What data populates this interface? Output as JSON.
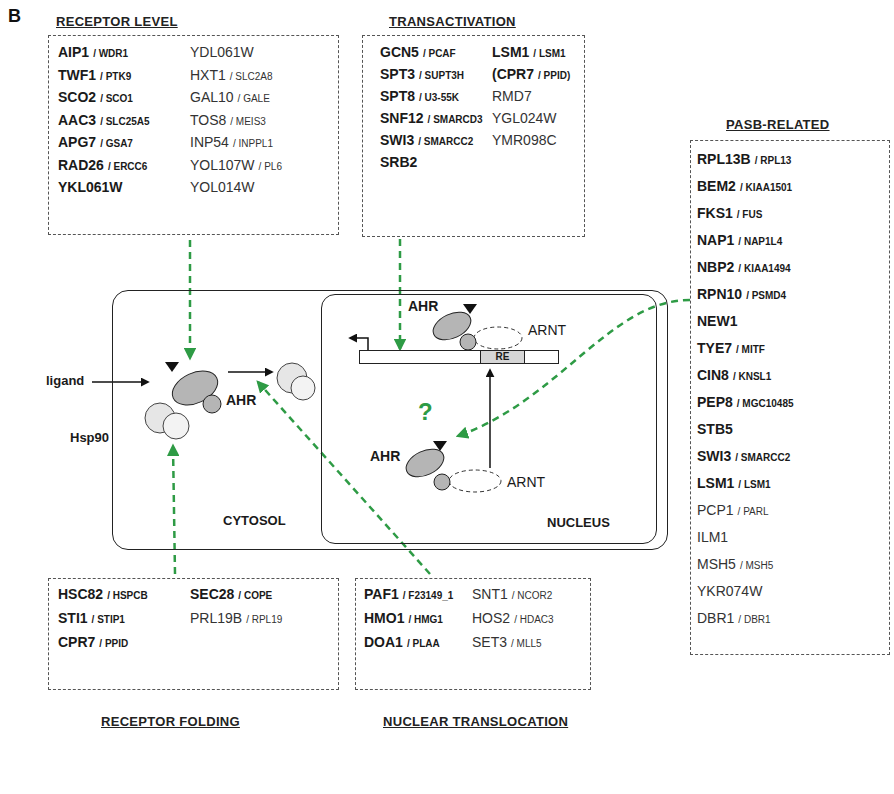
{
  "diagram": {
    "nodes": [
      {
        "text": [
          "RECEPTOR LEVEL",
          "AIP1",
          "/ WDR1",
          "TWF1",
          "/ PTK9",
          "SCO2",
          "/ SCO1",
          "AAC3",
          "/ SLC25A5",
          "APG7",
          "/ GSA7",
          "RAD26",
          "/ ERCC6",
          "YKL061W",
          "YDL061W",
          "HXT1",
          "/ SLC2A8",
          "GAL10",
          "/ GALE",
          "TOS8",
          "/ MEIS3",
          "INP54",
          "/ INPPL1",
          "YOL107W",
          "/ PL6",
          "YOL014W"
        ]
      },
      {
        "text": [
          "TRANSACTIVATION",
          "GCN5",
          "/ PCAF",
          "SPT3",
          "/ SUPT3H",
          "SPT8",
          "/ U3-55K",
          "SNF12",
          "/ SMARCD3",
          "SWI3",
          "/ SMARCC2",
          "SRB2",
          "LSM1",
          "/ LSM1",
          "(CPR7",
          "/ PPID)",
          "RMD7",
          "YGL024W",
          "YMR098C"
        ]
      },
      {
        "text": [
          "PASB-RELATED",
          "RPL13B",
          "/ RPL13",
          "BEM2",
          "/ KIAA1501",
          "FKS1",
          "/ FUS",
          "NAP1",
          "/ NAP1L4",
          "NBP2",
          "/ KIAA1494",
          "RPN10",
          "/ PSMD4",
          "NEW1",
          "TYE7",
          "/ MITF",
          "CIN8",
          "/ KNSL1",
          "PEP8",
          "/ MGC10485",
          "STB5",
          "SWI3",
          "/ SMARCC2",
          "LSM1",
          "/ LSM1",
          "PCP1",
          "/ PARL",
          "ILM1",
          "MSH5",
          "/ MSH5",
          "YKR074W",
          "DBR1",
          "/ DBR1"
        ]
      },
      {
        "text": [
          "CYTOSOL"
        ]
      },
      {
        "text": [
          "NUCLEUS"
        ],
        "in": 3
      },
      {
        "text": [
          "RE"
        ],
        "in": 4
      },
      {
        "text": [
          "RECEPTOR FOLDING",
          "HSC82",
          "/ HSPCB",
          "STI1",
          "/ STIP1",
          "CPR7",
          "/ PPID",
          "SEC28",
          "/ COPE",
          "PRL19B",
          "/ RPL19"
        ]
      },
      {
        "text": [
          "NUCLEAR TRANSLOCATION",
          "PAF1",
          "/ F23149_1",
          "HMO1",
          "/ HMG1",
          "DOA1",
          "/ PLAA",
          "SNT1",
          "/ NCOR2",
          "HOS2",
          "/ HDAC3",
          "SET3",
          "/ MLL5"
        ]
      }
    ],
    "edges": [
      {
        "from": 1,
        "to": 5,
        "arrow": "to"
      }
    ],
    "labels": [
      "B",
      "ligand",
      "AHR",
      "Hsp90",
      "AHR",
      "ARNT",
      "?",
      "AHR",
      "ARNT"
    ]
  }
}
